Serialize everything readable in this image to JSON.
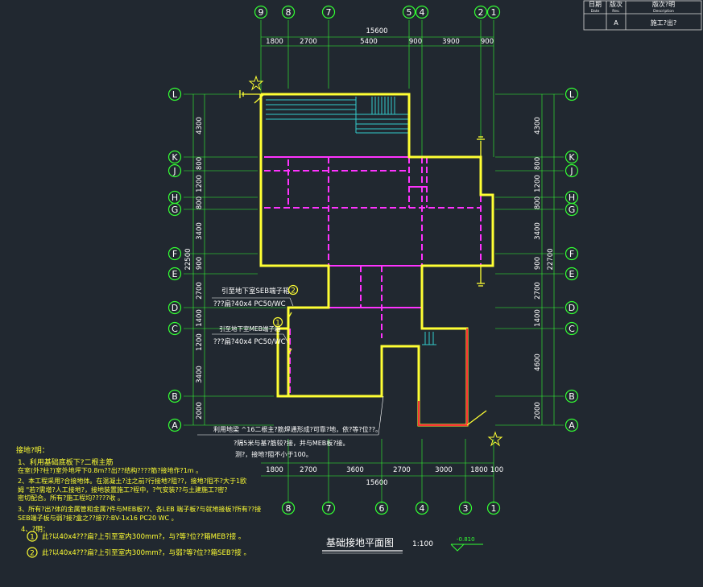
{
  "revision_table": {
    "headers": [
      "日期",
      "版次",
      "版次?明"
    ],
    "subheaders": [
      "Date",
      "Rev.",
      "Description"
    ],
    "row": [
      "",
      "A",
      "施工?出?"
    ]
  },
  "top_axes": [
    "9",
    "8",
    "7",
    "5",
    "4",
    "2",
    "1"
  ],
  "top_total": "15600",
  "top_dims": [
    "1800",
    "2700",
    "5400",
    "900",
    "3900",
    "900"
  ],
  "bottom_axes": [
    "8",
    "7",
    "6",
    "4",
    "3",
    "1"
  ],
  "bottom_total": "15600",
  "bottom_dims": [
    "1800",
    "2700",
    "3600",
    "2700",
    "3000",
    "1800",
    "100"
  ],
  "row_axes": [
    "L",
    "K",
    "J",
    "H",
    "G",
    "F",
    "E",
    "D",
    "C",
    "B",
    "A"
  ],
  "left_dims": [
    "4300",
    "800",
    "1200",
    "800",
    "3400",
    "900",
    "2700",
    "1400",
    "1200",
    "3400",
    "2000"
  ],
  "left_total": "22500",
  "right_dims": [
    "4300",
    "800",
    "1200",
    "800",
    "3400",
    "900",
    "2700",
    "1400",
    "4600",
    "2000"
  ],
  "right_total": "22700",
  "annot1": {
    "line1": "引至地下室SEB端子箱",
    "line2": "???扁?40x4 PC50/WC",
    "num": "2"
  },
  "annot2": {
    "line1": "引至地下室MEB端子箱",
    "line2": "???扁?40x4 PC50/WC",
    "num": "1"
  },
  "bottom_note": {
    "line1": "利用地梁 ^16二根主?筋焊通形成?可靠?地，依?等?位??。",
    "line2": "?隔5米与基?筋较?接，并与MEB板?接。",
    "line3": "测?，接地?阻不小于100。"
  },
  "notes": {
    "title": "接地?明：",
    "lines": [
      "1、利用基础底板下?二根主筋",
      "   在室(外?柱?)室外地坪下0.8m??出??结构????筋?接地作?1m 。",
      "2、本工程采用?合接地体。在混凝土?注之前?行接地?阻??，接地?阻不?大于1欧",
      "   姆 \"若?需增?人工接地?，接地装置施工?程中，?气安装??与土建施工?密?",
      "   密切配合。所有?施工程均?????收 。",
      "3、所有?出?体的金属管和金属?件与MEB板??、各LEB 端子板?与就地接板?所有??接",
      "   SEB端子板与弱?接?盒之??接??:BV-1x16 PC20 WC 。",
      "4、?明："
    ],
    "item1": "此?以40x4???扁?上引至室内300mm?，与?等?位??箱MEB?接 。",
    "item2": "此?以40x4???扁?上引至室内300mm?，与弱?等?位??箱SEB?接 。",
    "num1": "1",
    "num2": "2"
  },
  "plan_title": "基础接地平面图",
  "plan_scale": "1:100",
  "elevation": "-0.810",
  "colors": {
    "background": "#212830",
    "wall": "#ffff33",
    "grid": "#33ff33",
    "beam": "#ff33ff",
    "dim": "#ffffff",
    "stair": "#33cccc",
    "red": "#ff3333"
  }
}
